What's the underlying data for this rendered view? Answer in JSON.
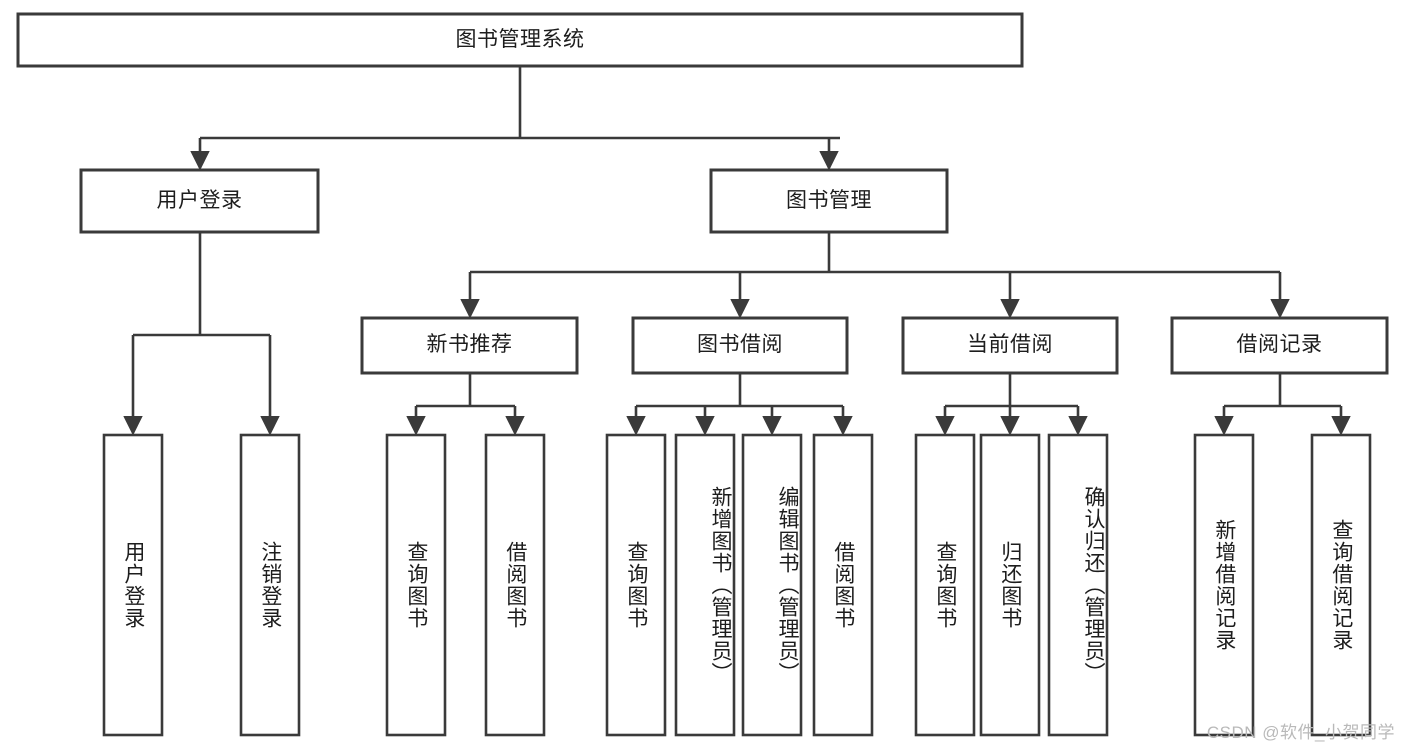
{
  "diagram": {
    "title_node": {
      "label": "图书管理系统"
    },
    "level2": [
      {
        "id": "user-login",
        "label": "用户登录"
      },
      {
        "id": "book-management",
        "label": "图书管理"
      }
    ],
    "level3": [
      {
        "id": "new-book-recommend",
        "label": "新书推荐"
      },
      {
        "id": "book-borrow",
        "label": "图书借阅"
      },
      {
        "id": "current-borrow",
        "label": "当前借阅"
      },
      {
        "id": "borrow-record",
        "label": "借阅记录"
      }
    ],
    "leaves": {
      "user_login": [
        {
          "id": "leaf-user-login",
          "label": "用户登录"
        },
        {
          "id": "leaf-logout",
          "label": "注销登录"
        }
      ],
      "new_book_recommend": [
        {
          "id": "leaf-query-book-1",
          "label": "查询图书"
        },
        {
          "id": "leaf-borrow-book-1",
          "label": "借阅图书"
        }
      ],
      "book_borrow": [
        {
          "id": "leaf-query-book-2",
          "label": "查询图书"
        },
        {
          "id": "leaf-add-book",
          "label": "新增图书（管理员）"
        },
        {
          "id": "leaf-edit-book",
          "label": "编辑图书（管理员）"
        },
        {
          "id": "leaf-borrow-book-2",
          "label": "借阅图书"
        }
      ],
      "current_borrow": [
        {
          "id": "leaf-query-book-3",
          "label": "查询图书"
        },
        {
          "id": "leaf-return-book",
          "label": "归还图书"
        },
        {
          "id": "leaf-confirm-return",
          "label": "确认归还（管理员）"
        }
      ],
      "borrow_record": [
        {
          "id": "leaf-add-record",
          "label": "新增借阅记录"
        },
        {
          "id": "leaf-query-record",
          "label": "查询借阅记录"
        }
      ]
    }
  },
  "watermark": {
    "text": "CSDN @软件_小贺同学"
  },
  "colors": {
    "stroke": "#3a3a3a",
    "fill": "#ffffff",
    "text": "#1d1d1d",
    "watermark": "#b9b9b9"
  }
}
